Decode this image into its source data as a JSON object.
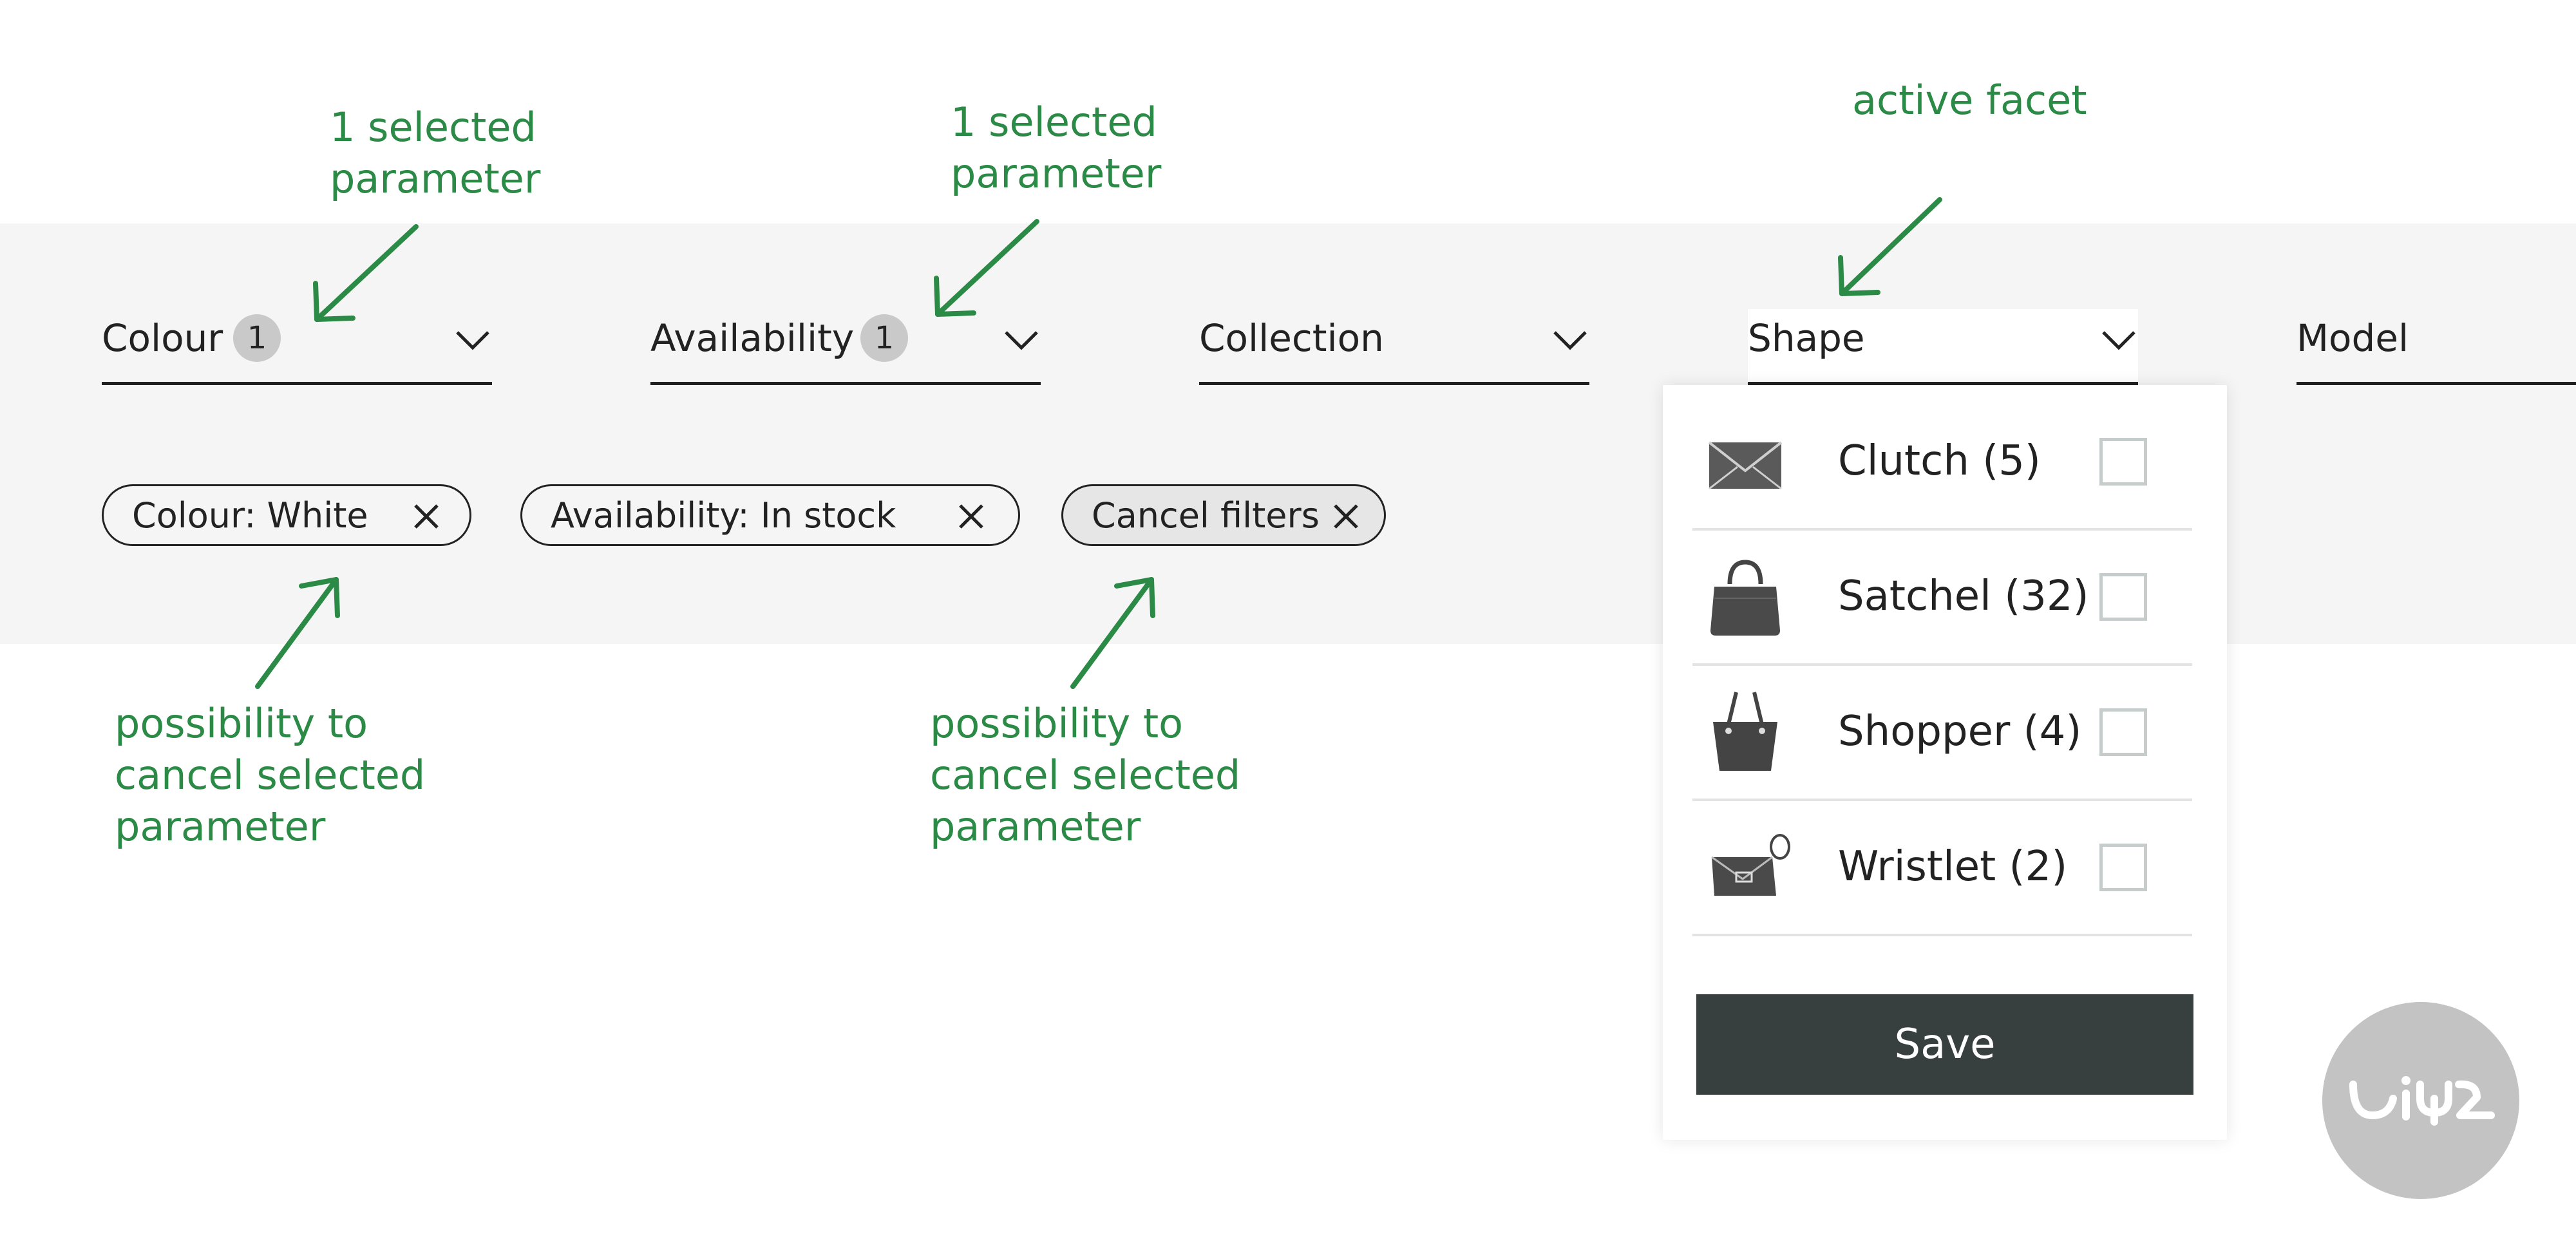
{
  "facets": [
    {
      "label": "Colour",
      "count": "1"
    },
    {
      "label": "Availability",
      "count": "1"
    },
    {
      "label": "Collection"
    },
    {
      "label": "Shape"
    },
    {
      "label": "Model"
    }
  ],
  "chips": [
    {
      "label": "Colour: White"
    },
    {
      "label": "Availability: In stock"
    },
    {
      "label": "Cancel filters"
    }
  ],
  "dropdown": {
    "options": [
      {
        "label": "Clutch (5)",
        "icon": "clutch-bag-icon",
        "checked": false
      },
      {
        "label": "Satchel (32)",
        "icon": "satchel-bag-icon",
        "checked": false
      },
      {
        "label": "Shopper (4)",
        "icon": "shopper-bag-icon",
        "checked": false
      },
      {
        "label": "Wristlet (2)",
        "icon": "wristlet-bag-icon",
        "checked": false
      }
    ],
    "save_label": "Save"
  },
  "annotations": {
    "selected_1": "1 selected\nparameter",
    "selected_2": "1 selected\nparameter",
    "active": "active facet",
    "cancel_1": "possibility to\ncancel selected\nparameter",
    "cancel_2": "possibility to\ncancel selected\nparameter"
  },
  "colors": {
    "annotation": "#2b8a46",
    "save_button": "#373f3f",
    "filter_band": "#f5f5f5"
  },
  "logo": {
    "icon": "uiux-logo-icon"
  }
}
